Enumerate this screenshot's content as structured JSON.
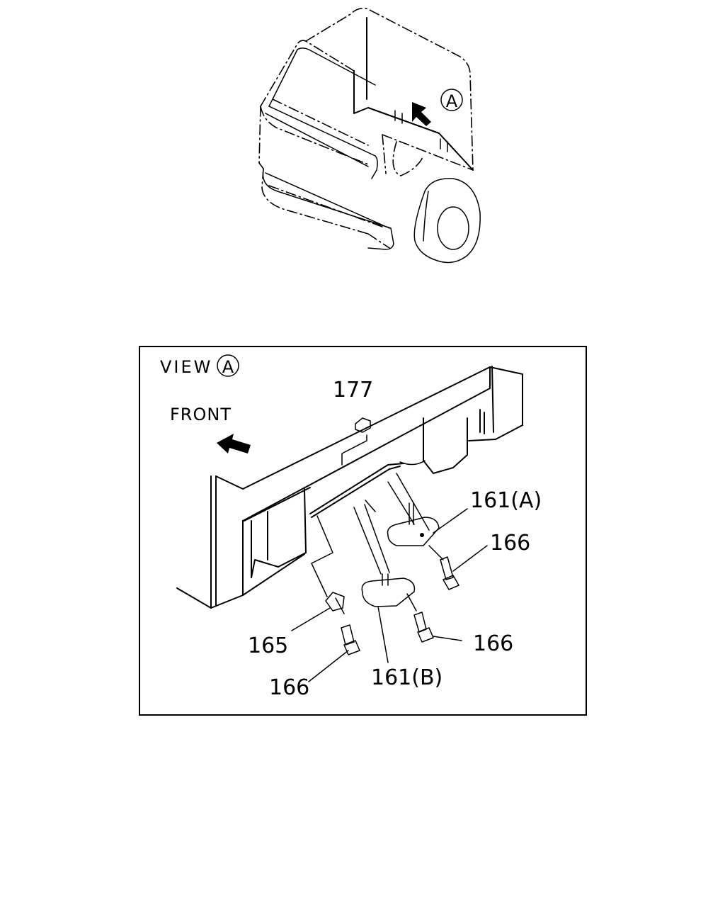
{
  "overview": {
    "view_marker": "A"
  },
  "detail": {
    "view_title": "VIEW",
    "view_marker": "A",
    "front_label": "FRONT",
    "callouts": {
      "nut_177": "177",
      "bracket_161a": "161(A)",
      "bolt_166_a": "166",
      "bolt_166_b": "166",
      "bolt_166_c": "166",
      "clip_165": "165",
      "bracket_161b": "161(B)"
    }
  }
}
